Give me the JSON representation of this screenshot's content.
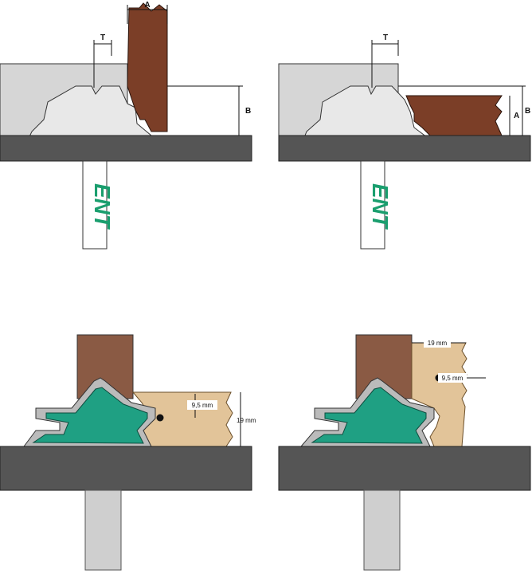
{
  "colors": {
    "fence": "#d6d6d6",
    "table": "#555555",
    "wood_dark": "#7b3e27",
    "wood_brown": "#8a5a44",
    "wood_light": "#e2c499",
    "cutter": "#1fa083",
    "shank": "#cfcfcf",
    "logo": "#1a9e6e"
  },
  "top_left": {
    "label_a": "A",
    "label_t": "T",
    "label_b": "B",
    "logo": "ENT"
  },
  "top_right": {
    "label_t": "T",
    "label_a": "A",
    "label_b": "B",
    "logo": "ENT"
  },
  "bottom_left": {
    "dim_inner": "9,5 mm",
    "dim_outer": "19 mm"
  },
  "bottom_right": {
    "dim_top": "19 mm",
    "dim_inner": "9,5 mm"
  }
}
